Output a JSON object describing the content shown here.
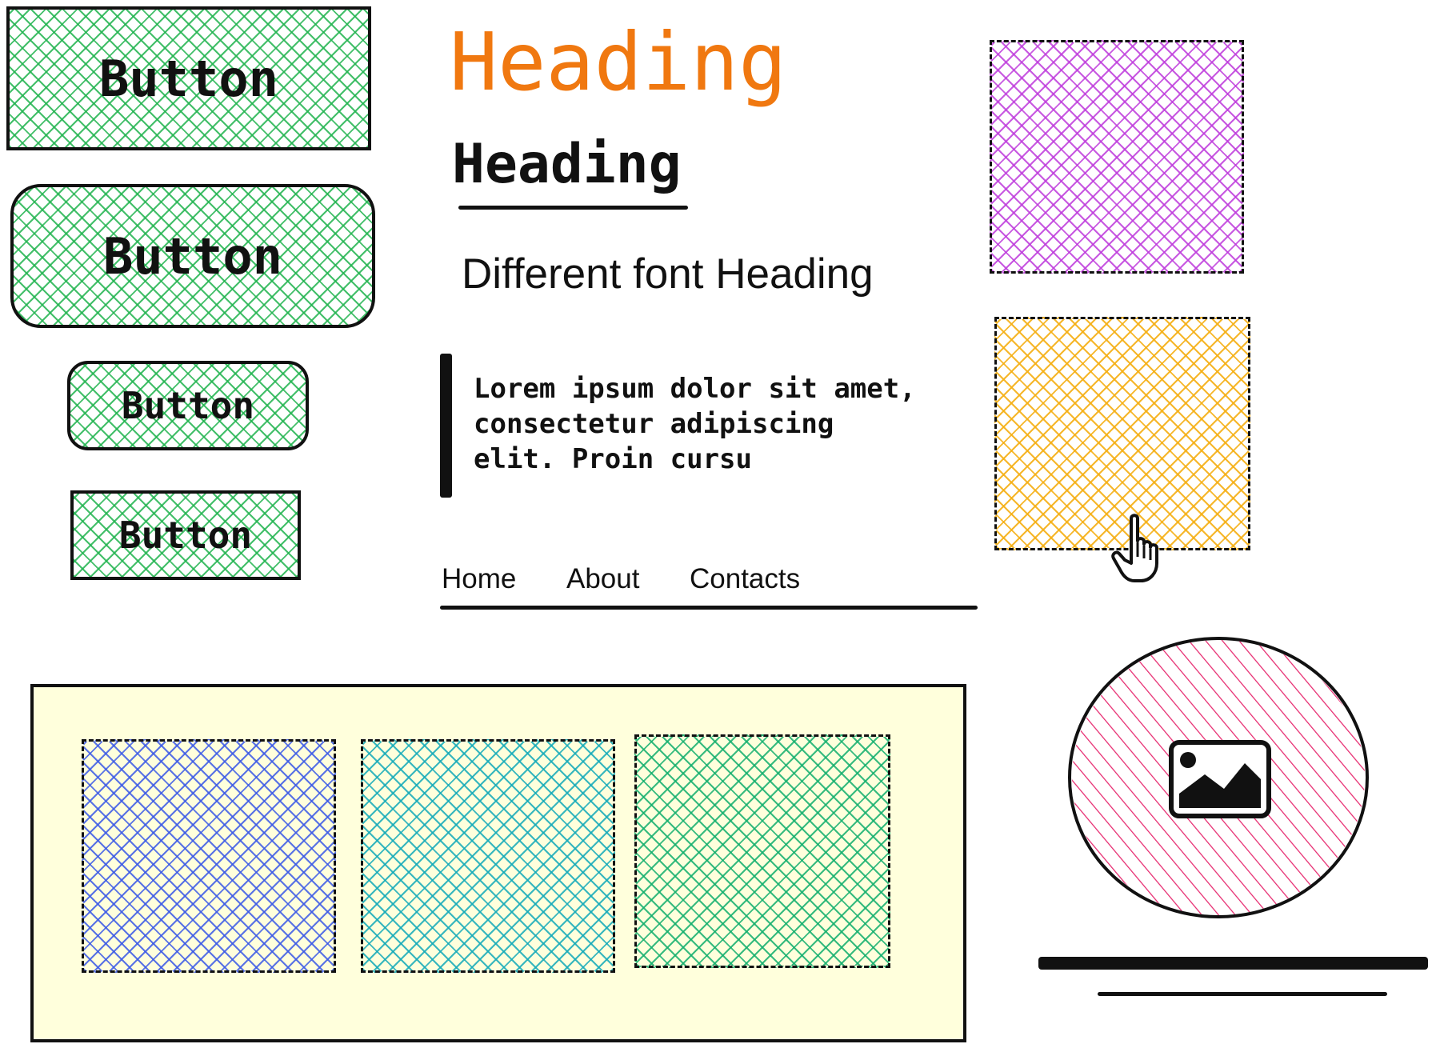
{
  "buttons": [
    {
      "label": "Button"
    },
    {
      "label": "Button"
    },
    {
      "label": "Button"
    },
    {
      "label": "Button"
    }
  ],
  "headings": {
    "primary": "Heading",
    "secondary": "Heading",
    "alt_font": "Different font Heading"
  },
  "quote": {
    "line1": "Lorem ipsum dolor sit amet,",
    "line2": "consectetur adipiscing",
    "line3": "elit. Proin cursu"
  },
  "nav": {
    "items": [
      "Home",
      "About",
      "Contacts"
    ]
  },
  "colors": {
    "button_fill": "#22b450",
    "heading_accent": "#f07810",
    "box_purple": "#be3cdc",
    "box_orange": "#f5af14",
    "card_blue": "#3c5ae6",
    "card_teal": "#14aab9",
    "card_green": "#14af6e",
    "avatar_pink": "#e6286e",
    "panel_bg": "#ffffdc"
  },
  "icons": {
    "cursor": "pointer-hand-icon",
    "image": "image-placeholder-icon"
  }
}
